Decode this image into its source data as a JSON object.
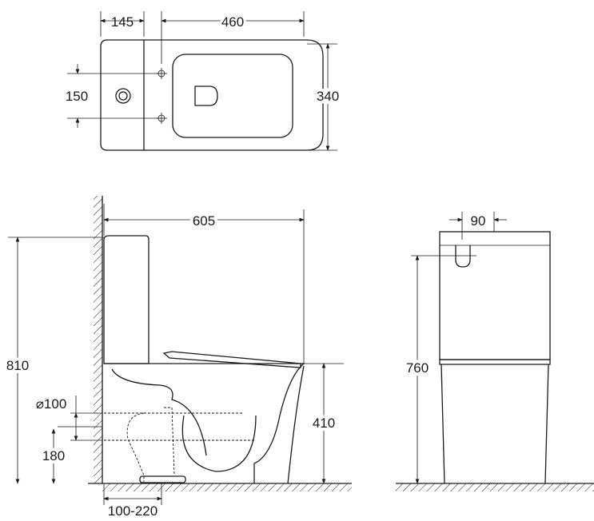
{
  "top_view": {
    "tank_width": "145",
    "bowl_length": "460",
    "inlet_spacing": "150",
    "depth": "340"
  },
  "side_view": {
    "total_length": "605",
    "total_height": "810",
    "outlet_diameter": "⌀100",
    "outlet_height": "180",
    "seat_height": "410",
    "wall_distance": "100-220"
  },
  "front_view": {
    "button_offset": "90",
    "tank_height": "760"
  },
  "colors": {
    "line": "#1a1a1a",
    "background": "#ffffff"
  }
}
